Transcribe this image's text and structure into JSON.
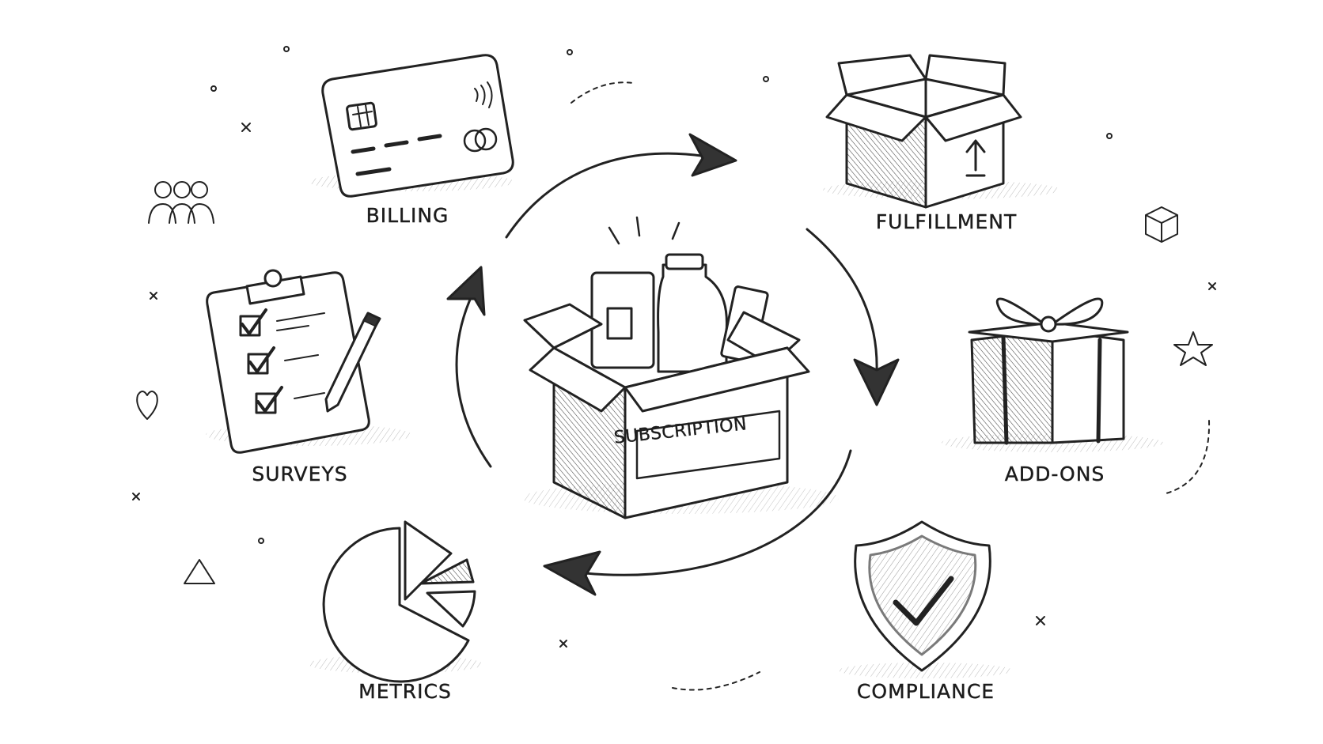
{
  "diagram": {
    "center": {
      "label": "SUBSCRIPTION"
    },
    "nodes": {
      "billing": "BILLING",
      "fulfillment": "FULFILLMENT",
      "surveys": "SURVEYS",
      "addons": "ADD-ONS",
      "metrics": "METRICS",
      "compliance": "COMPLIANCE"
    },
    "cycle_arrows": 4
  }
}
